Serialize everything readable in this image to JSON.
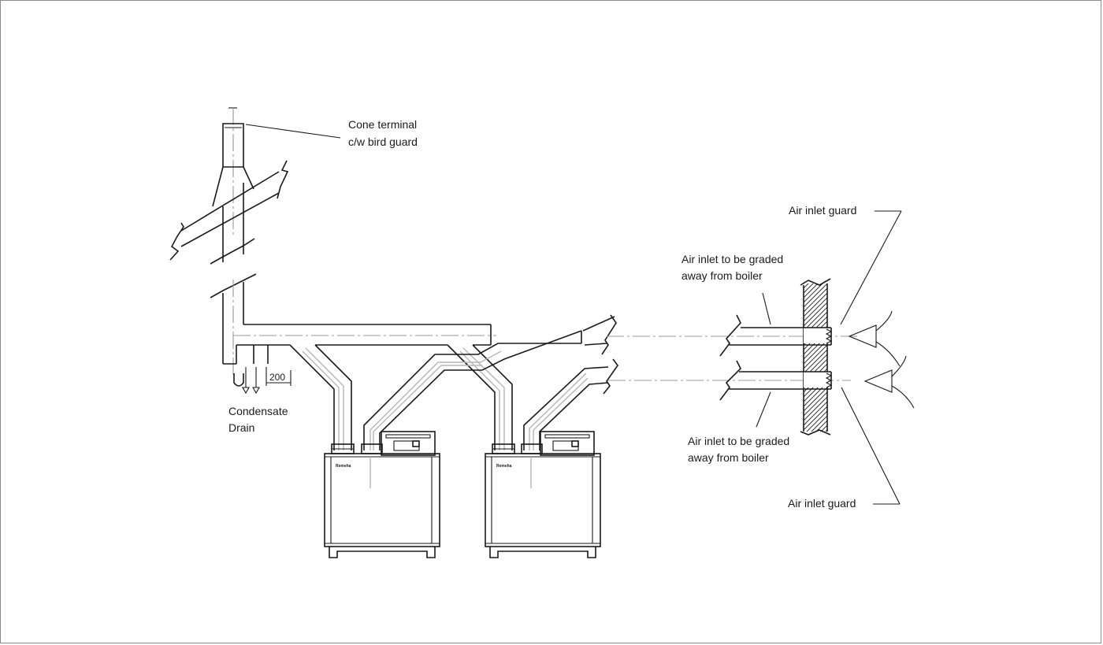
{
  "labels": {
    "cone_terminal_line1": "Cone terminal",
    "cone_terminal_line2": "c/w bird guard",
    "air_inlet_guard_top": "Air inlet guard",
    "air_inlet_graded_top_line1": "Air inlet to be graded",
    "air_inlet_graded_top_line2": "away from boiler",
    "air_inlet_graded_bottom_line1": "Air inlet to be graded",
    "air_inlet_graded_bottom_line2": "away from boiler",
    "air_inlet_guard_bottom": "Air inlet guard",
    "condensate_line1": "Condensate",
    "condensate_line2": "Drain",
    "dimension_200": "200"
  },
  "boilers": [
    {
      "brand": "Remeha"
    },
    {
      "brand": "Remeha"
    }
  ],
  "colors": {
    "line": "#1a1a1a",
    "centerline": "#9a9a9a",
    "frame": "#8a8a8a"
  }
}
